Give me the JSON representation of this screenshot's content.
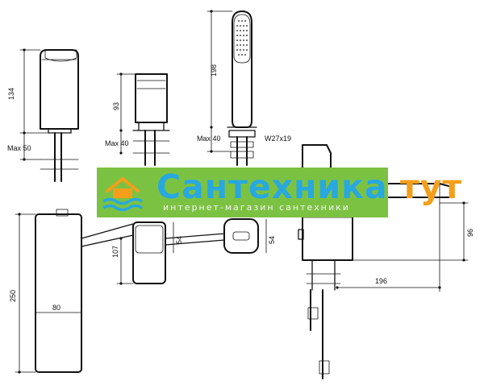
{
  "dimensions": {
    "mixer_height": "134",
    "mixer_max_deck": "Max 50",
    "valve_height": "93",
    "valve_max_deck": "Max 40",
    "shower_length": "198",
    "shower_max_deck": "Max 40",
    "shower_thread": "W27x19",
    "valve_plate_width": "54",
    "valve_plate_height": "54",
    "diverter_plate_width": "54",
    "diverter_plate_height": "54",
    "valve_offset": "107",
    "mixer_length": "250",
    "mixer_width": "80",
    "spout_reach": "196",
    "spout_height": "96"
  },
  "watermark": {
    "brand_main": "Сантехника",
    "brand_accent": "тут",
    "tagline": "интернет-магазин сантехники"
  },
  "colors": {
    "banner_green": "#7cc242",
    "brand_blue": "#28a8e0",
    "brand_orange": "#f39f1c"
  }
}
